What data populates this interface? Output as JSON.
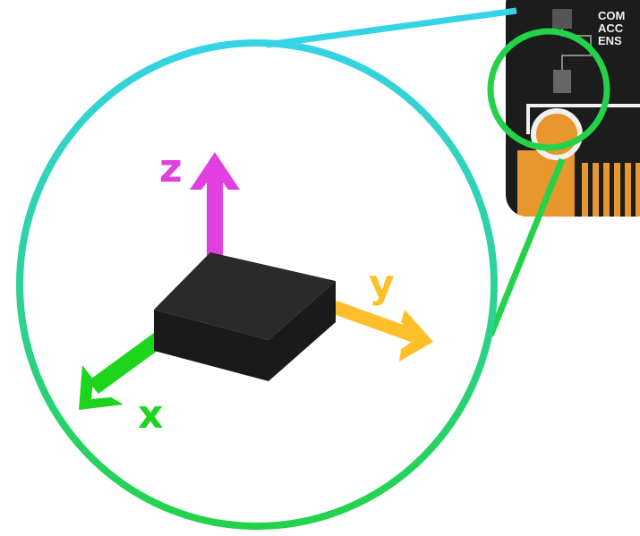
{
  "axes": {
    "z": {
      "label": "z",
      "color": "#e040e0"
    },
    "y": {
      "label": "y",
      "color": "#ffbf2a"
    },
    "x": {
      "label": "x",
      "color": "#1ed51e"
    }
  },
  "board": {
    "text_lines": [
      "COM",
      "ACC",
      "ENS"
    ],
    "body_color": "#1c1c1c",
    "pad_color": "#e8962e",
    "edge_color": "#f0f0f0"
  },
  "magnifier": {
    "ring_gradient_top": "#35d3e6",
    "ring_gradient_bottom": "#24d24a"
  },
  "chip": {
    "top_color": "#2a2a2a",
    "side_color": "#1a1a1a"
  }
}
